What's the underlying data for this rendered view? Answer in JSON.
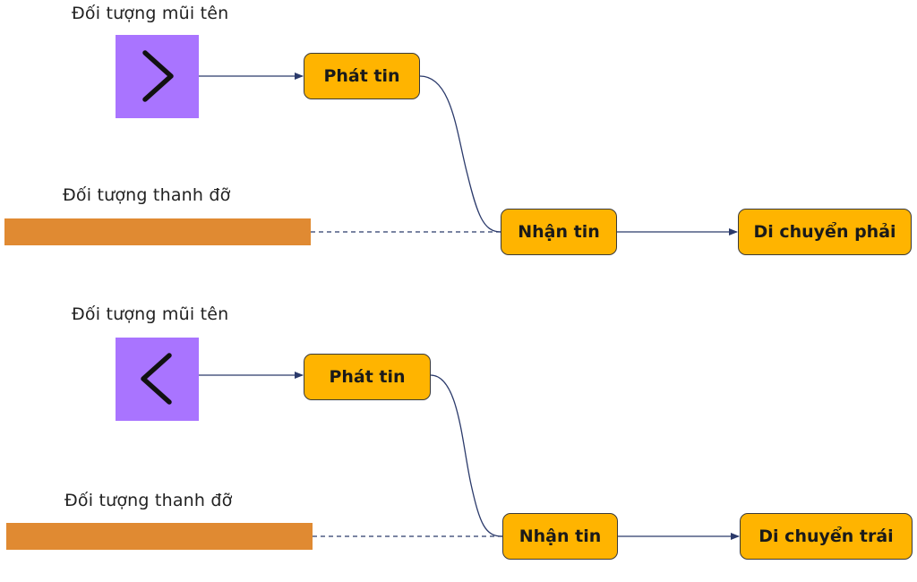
{
  "colors": {
    "arrow_object": "#a974ff",
    "paddle_object": "#e08a32",
    "node_fill": "#ffb400",
    "node_border": "#3a3a3a",
    "connector": "#2b3a6b"
  },
  "diagrams": [
    {
      "arrow_label": "Đối tượng mũi tên",
      "arrow_icon": "chevron-right-icon",
      "paddle_label": "Đối tượng thanh đỡ",
      "broadcast": "Phát tin",
      "receive": "Nhận tin",
      "action": "Di chuyển phải"
    },
    {
      "arrow_label": "Đối tượng mũi tên",
      "arrow_icon": "chevron-left-icon",
      "paddle_label": "Đối tượng thanh đỡ",
      "broadcast": "Phát tin",
      "receive": "Nhận tin",
      "action": "Di chuyển trái"
    }
  ]
}
